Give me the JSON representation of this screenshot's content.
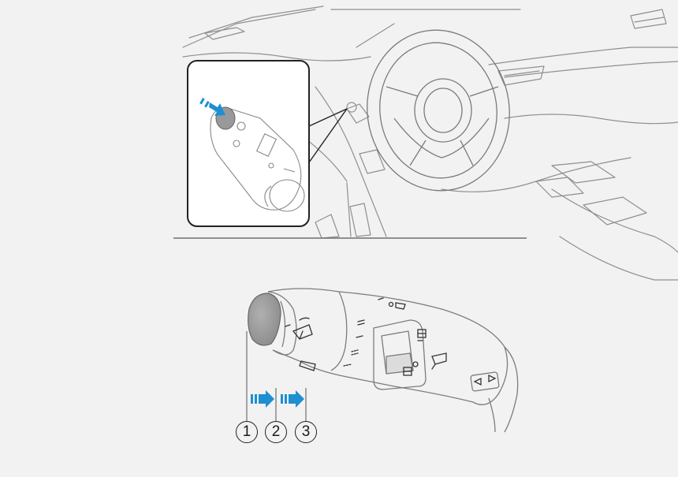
{
  "callouts": {
    "first": "1",
    "second": "2",
    "third": "3"
  },
  "icons": {
    "wiper_front": "wiper-icon",
    "washer": "washer-icon",
    "rear_wiper": "rear-wiper-icon",
    "push_arrow": "push-arrow-icon"
  },
  "colors": {
    "background": "#f2f2f2",
    "line": "#8a8a8a",
    "arrow": "#1e8fd0",
    "knob": "#9a9a9a",
    "inset_border": "#222222"
  }
}
